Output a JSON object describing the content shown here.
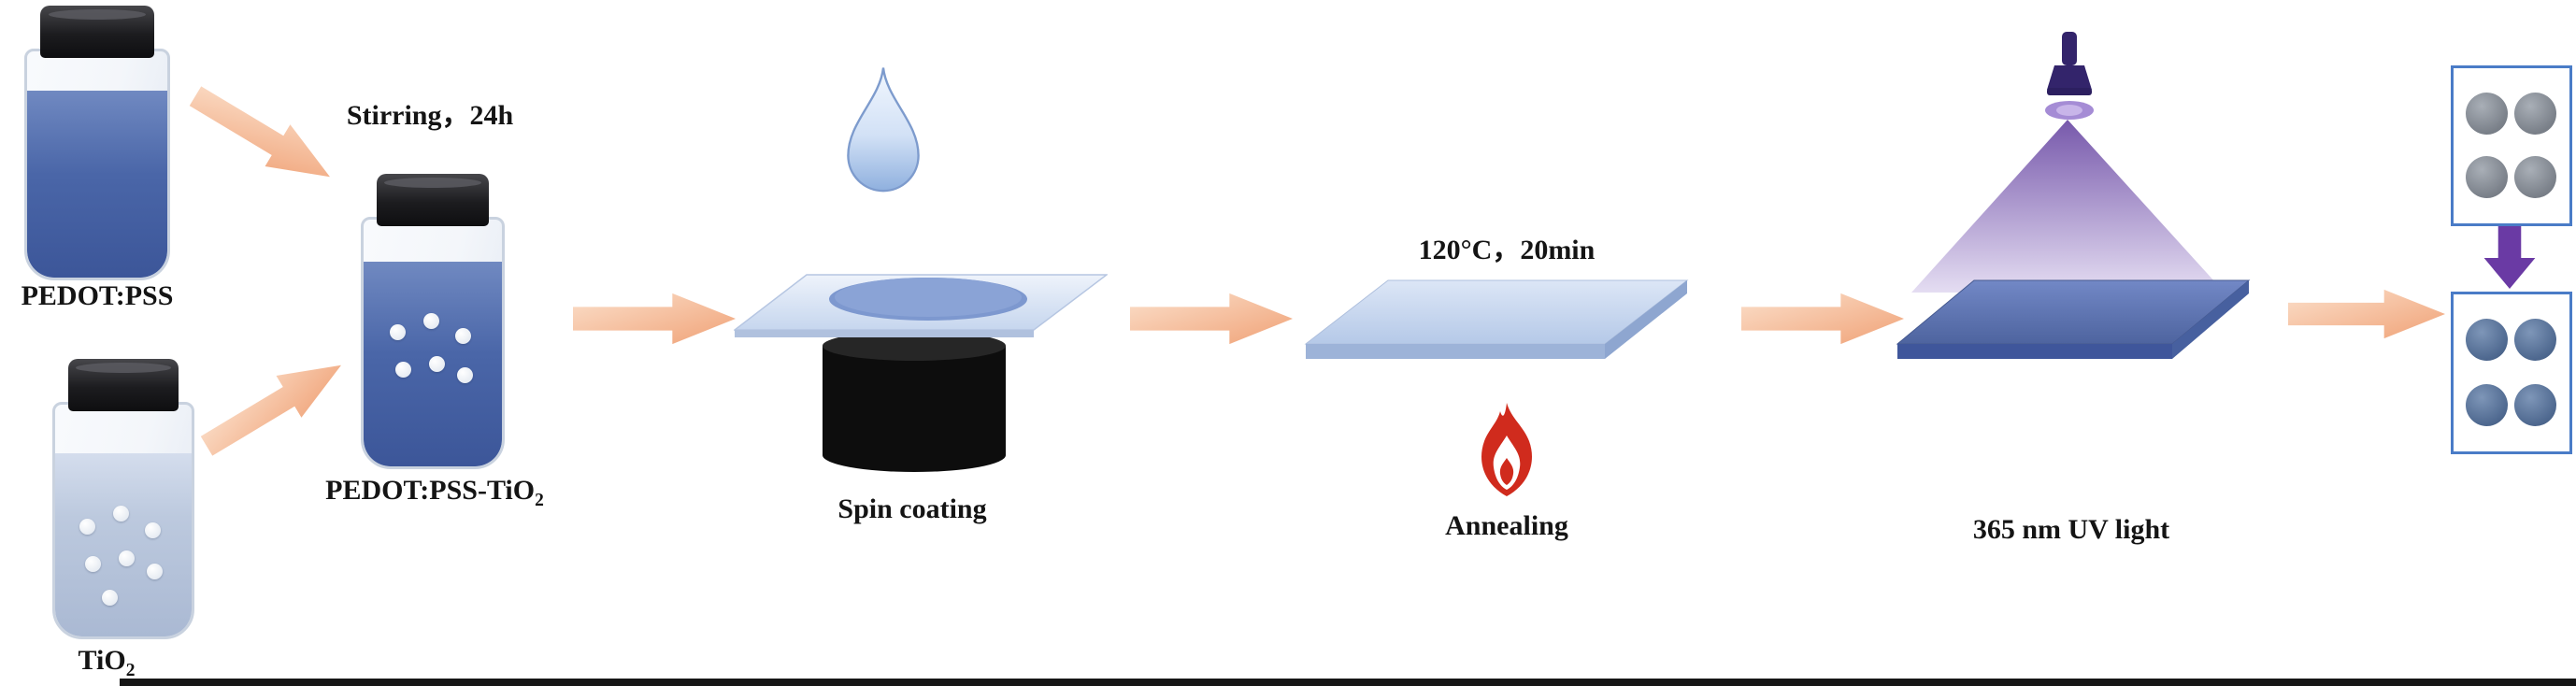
{
  "diagram": {
    "labels": {
      "pedot_pss": "PEDOT:PSS",
      "tio2_base": "TiO",
      "tio2_sub": "2",
      "stirring": "Stirring，24h",
      "mixed_base": "PEDOT:PSS-TiO",
      "mixed_sub": "2",
      "spin_coating": "Spin coating",
      "annealing_condition": "120°C，20min",
      "annealing": "Annealing",
      "uv_light": "365 nm UV light"
    },
    "icons": {
      "droplet": "droplet-icon",
      "flame": "flame-icon",
      "uv_lamp": "uv-lamp-icon",
      "process_arrow": "arrow-right-icon",
      "down_arrow": "arrow-down-icon"
    },
    "colors": {
      "arrow_light": "#fbdfca",
      "arrow_dark": "#f0a277",
      "liquid_blue": "#4a66a8",
      "tio2_liquid": "#bcc9de",
      "plate_light": "#dbe6f6",
      "plate_uv": "#5d78ba",
      "uv_cone_top": "#6b4aa4",
      "uv_cone_bottom": "#ded5ef",
      "purple_arrow": "#6a3aa4",
      "flame_red": "#d02b1d",
      "box_border": "#4a7cc7"
    }
  }
}
